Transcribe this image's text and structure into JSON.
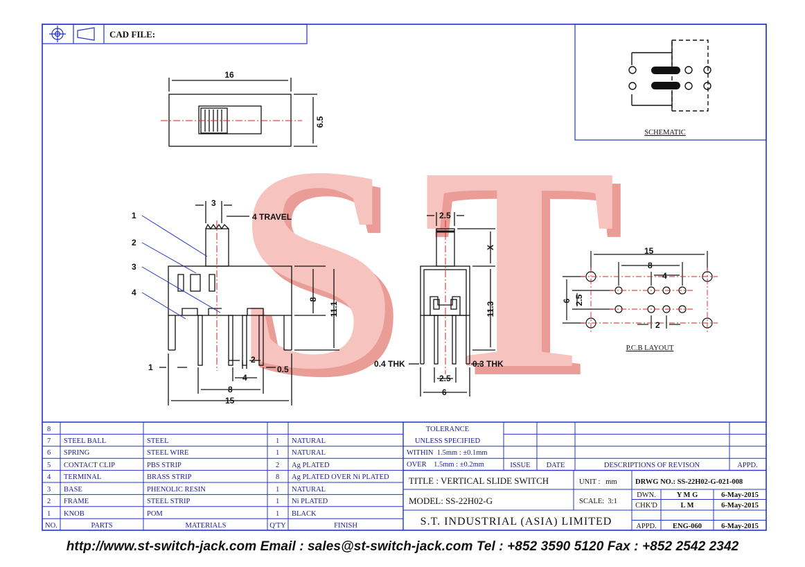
{
  "header": {
    "cad_file_label": "CAD FILE:"
  },
  "watermark": {
    "text": "ST",
    "color": "#f2a6a0"
  },
  "schematic": {
    "label": "SCHEMATIC"
  },
  "pcb": {
    "label": "P.C.B LAYOUT",
    "dims": {
      "overall": "15",
      "inner": "8",
      "pitch": "4",
      "offset": "2",
      "height": "6",
      "row": "2.5"
    }
  },
  "top_view": {
    "dims": {
      "length": "16",
      "height": "6.5"
    }
  },
  "front_view": {
    "dims": {
      "knob_width": "3",
      "travel": "4 TRAVEL",
      "body_h": "8",
      "total_h": "11.1",
      "pin_w": "1",
      "pitch_small": "2",
      "pitch_mid": "4",
      "pitch_wide": "8",
      "overall": "15",
      "pin_gap": "0.5"
    },
    "callouts": [
      "1",
      "2",
      "3",
      "4"
    ]
  },
  "side_view": {
    "dims": {
      "top": "2.5",
      "x": "X",
      "height": "11.3",
      "left_thk": "0.4 THK",
      "right_thk": "0.3 THK",
      "pin_gap": "2.5",
      "width": "6"
    }
  },
  "parts": {
    "headers": {
      "no": "NO.",
      "parts": "PARTS",
      "materials": "MATERIALS",
      "qty": "Q'TY",
      "finish": "FINISH"
    },
    "rows": [
      {
        "no": "8",
        "parts": "",
        "materials": "",
        "qty": "",
        "finish": ""
      },
      {
        "no": "7",
        "parts": "STEEL BALL",
        "materials": "STEEL",
        "qty": "1",
        "finish": "NATURAL"
      },
      {
        "no": "6",
        "parts": "SPRING",
        "materials": "STEEL WIRE",
        "qty": "1",
        "finish": "NATURAL"
      },
      {
        "no": "5",
        "parts": "CONTACT CLIP",
        "materials": "PBS STRIP",
        "qty": "2",
        "finish": "Ag PLATED"
      },
      {
        "no": "4",
        "parts": "TERMINAL",
        "materials": "BRASS STRIP",
        "qty": "8",
        "finish": "Ag PLATED OVER Ni PLATED"
      },
      {
        "no": "3",
        "parts": "BASE",
        "materials": "PHENOLIC RESIN",
        "qty": "1",
        "finish": "NATURAL"
      },
      {
        "no": "2",
        "parts": "FRAME",
        "materials": "STEEL STRIP",
        "qty": "1",
        "finish": "Ni PLATED"
      },
      {
        "no": "1",
        "parts": "KNOB",
        "materials": "POM",
        "qty": "1",
        "finish": "BLACK"
      }
    ]
  },
  "tolerance": {
    "line1": "TOLERANCE",
    "line2": "UNLESS   SPECIFIED",
    "line3": "WITHIN  1.5mm : ±0.1mm",
    "line4": "OVER    1.5mm : ±0.2mm"
  },
  "revision": {
    "issue": "ISSUE",
    "date": "DATE",
    "desc": "DESCRIPTIONS OF REVISON",
    "appd": "APPD."
  },
  "title_block": {
    "title": "TITLE : VERTICAL SLIDE SWITCH",
    "unit": "UNIT :   mm",
    "drwg": "DRWG NO.: SS-22H02-G-021-008",
    "model": "MODEL: SS-22H02-G",
    "scale": "SCALE:  3:1",
    "company": "S.T. INDUSTRIAL (ASIA) LIMITED",
    "dwn_label": "DWN.",
    "dwn_name": "Y M G",
    "dwn_date": "6-May-2015",
    "chkd_label": "CHK'D",
    "chkd_name": "L M",
    "chkd_date": "6-May-2015",
    "appd_label": "APPD.",
    "appd_name": "ENG-060",
    "appd_date": "6-May-2015"
  },
  "footer": {
    "text": "http://www.st-switch-jack.com  Email : sales@st-switch-jack.com  Tel : +852 3590 5120  Fax : +852 2542 2342"
  }
}
